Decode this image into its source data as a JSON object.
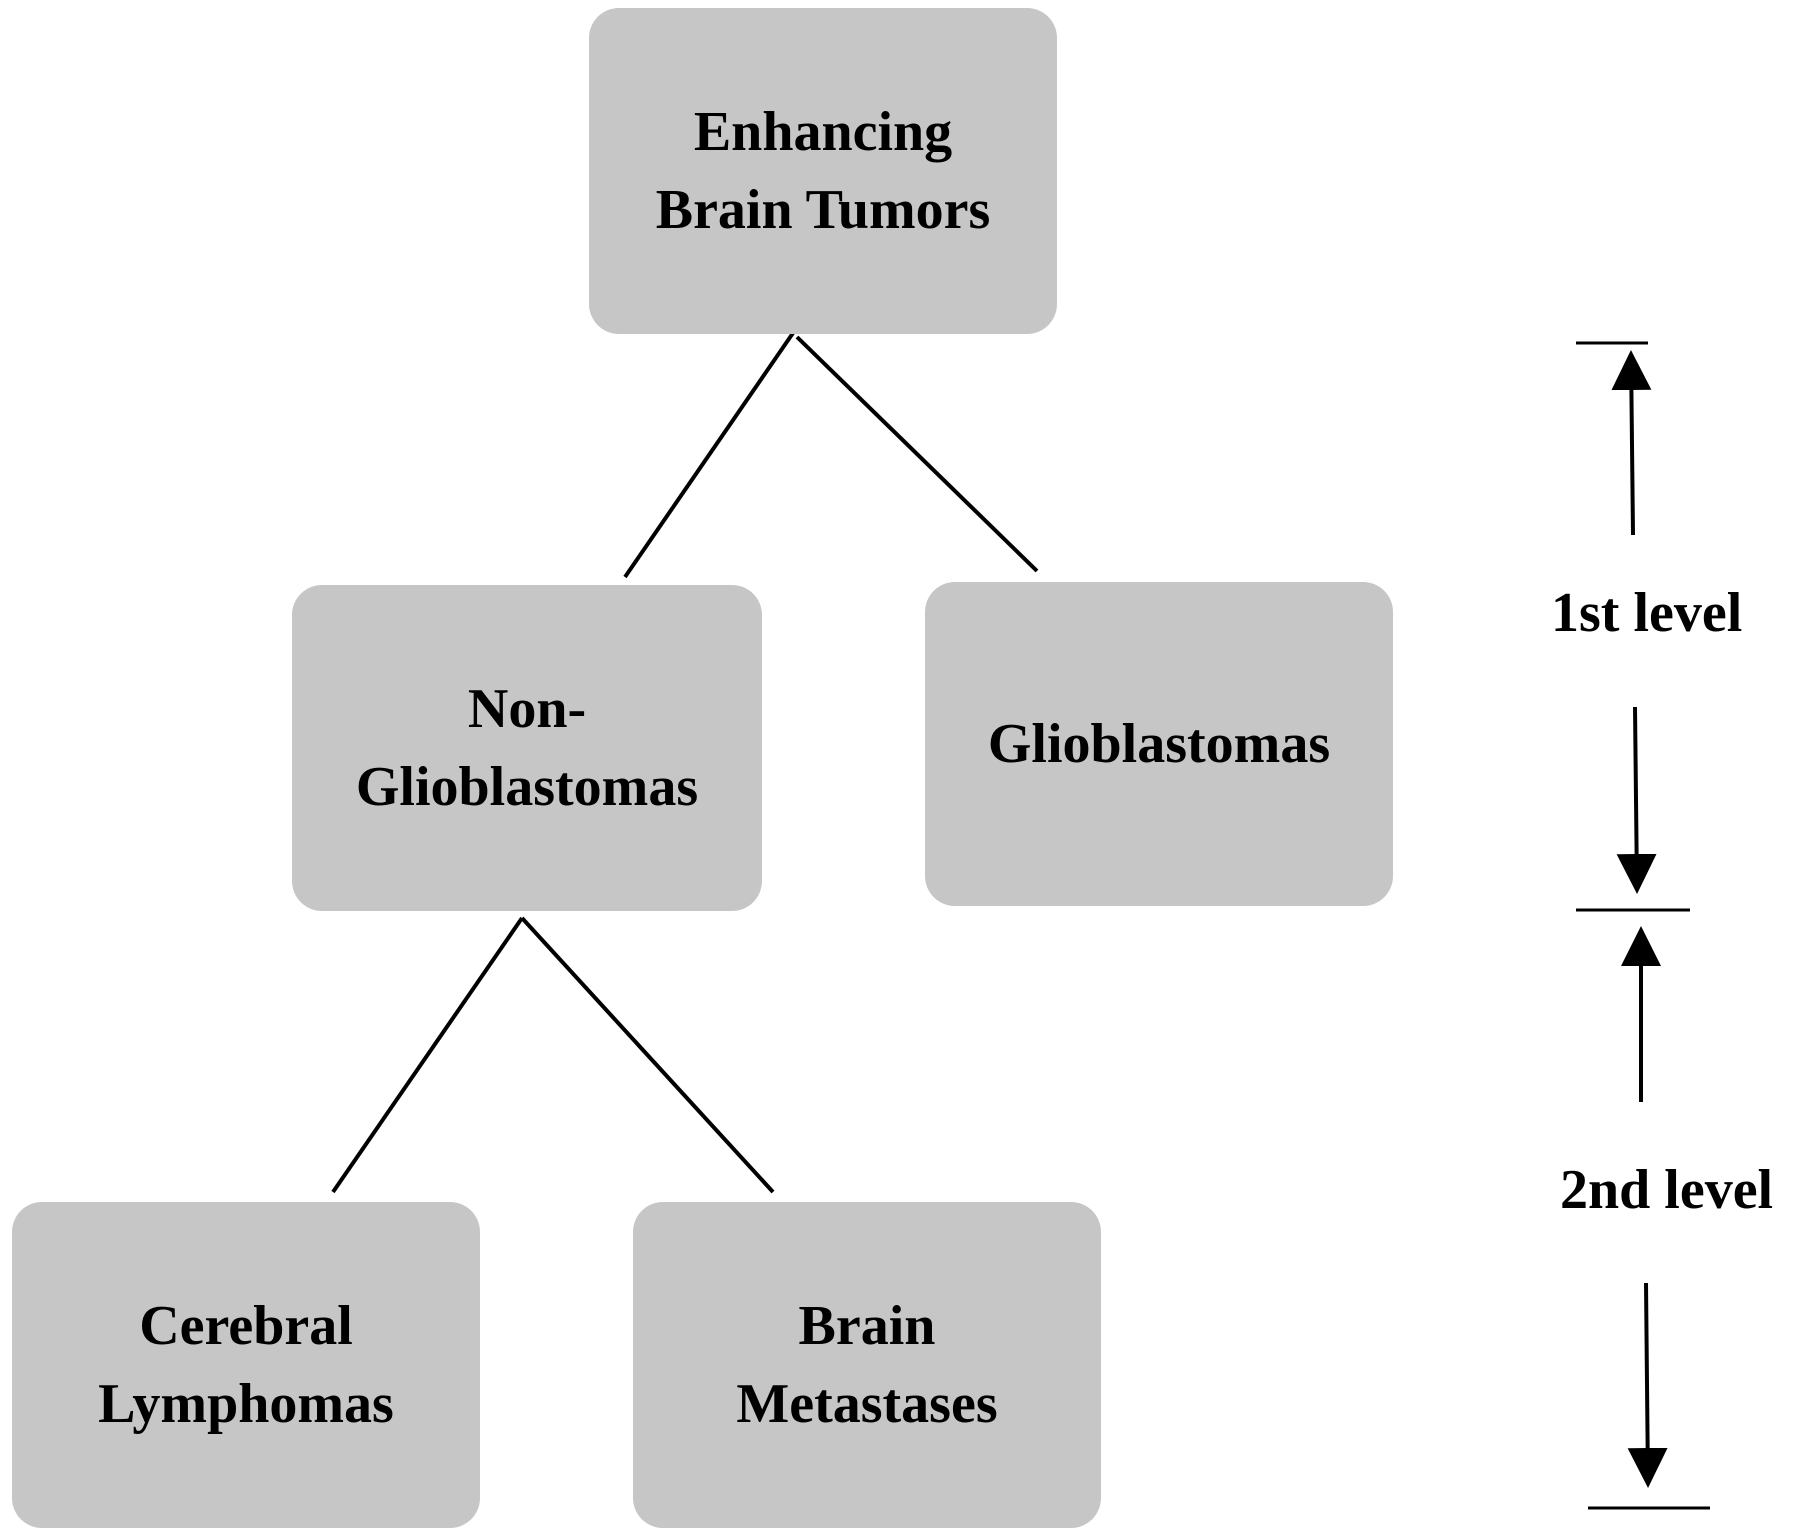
{
  "nodes": {
    "root": {
      "lines": [
        "Enhancing",
        "Brain Tumors"
      ]
    },
    "non_glioblastomas": {
      "lines": [
        "Non-",
        "Glioblastomas"
      ]
    },
    "glioblastomas": {
      "lines": [
        "Glioblastomas"
      ]
    },
    "cerebral_lymphomas": {
      "lines": [
        "Cerebral",
        "Lymphomas"
      ]
    },
    "brain_metastases": {
      "lines": [
        "Brain",
        "Metastases"
      ]
    }
  },
  "edges": [
    {
      "from": "Enhancing Brain Tumors",
      "to": "Non-Glioblastomas"
    },
    {
      "from": "Enhancing Brain Tumors",
      "to": "Glioblastomas"
    },
    {
      "from": "Non-Glioblastomas",
      "to": "Cerebral Lymphomas"
    },
    {
      "from": "Non-Glioblastomas",
      "to": "Brain Metastases"
    }
  ],
  "levels": {
    "first": {
      "label": "1st level"
    },
    "second": {
      "label": "2nd level"
    }
  },
  "colors": {
    "node_fill": "#c6c6c6",
    "line": "#000000",
    "text": "#000000",
    "background": "#ffffff"
  }
}
